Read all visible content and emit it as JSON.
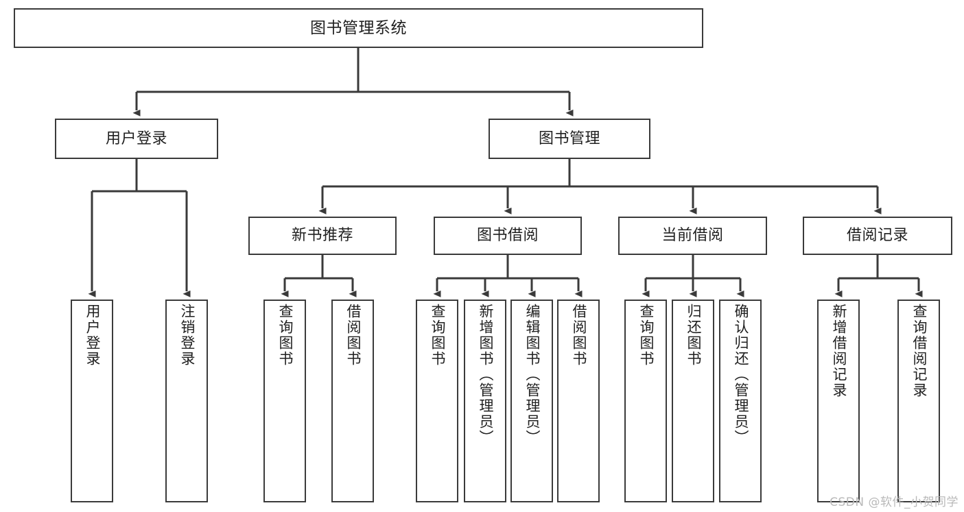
{
  "diagram": {
    "title": "图书管理系统",
    "type": "hierarchy-tree",
    "watermark": "CSDN @软件_小贺同学",
    "colors": {
      "node_border": "#3a3a3a",
      "node_fill": "#ffffff",
      "edge": "#3a3a3a",
      "text": "#1f1f1f",
      "watermark": "#b9b9b9",
      "background": "#ffffff"
    },
    "root": {
      "label": "图书管理系统"
    },
    "level1": [
      {
        "label": "用户登录"
      },
      {
        "label": "图书管理"
      }
    ],
    "level2": [
      {
        "label": "新书推荐"
      },
      {
        "label": "图书借阅"
      },
      {
        "label": "当前借阅"
      },
      {
        "label": "借阅记录"
      }
    ],
    "leaves": {
      "user_login": [
        {
          "label": "用户登录"
        },
        {
          "label": "注销登录"
        }
      ],
      "new_book_recommend": [
        {
          "label": "查询图书"
        },
        {
          "label": "借阅图书"
        }
      ],
      "book_borrow": [
        {
          "label": "查询图书"
        },
        {
          "label": "新增图书（管理员）"
        },
        {
          "label": "编辑图书（管理员）"
        },
        {
          "label": "借阅图书"
        }
      ],
      "current_borrow": [
        {
          "label": "查询图书"
        },
        {
          "label": "归还图书"
        },
        {
          "label": "确认归还（管理员）"
        }
      ],
      "borrow_record": [
        {
          "label": "新增借阅记录"
        },
        {
          "label": "查询借阅记录"
        }
      ]
    }
  }
}
